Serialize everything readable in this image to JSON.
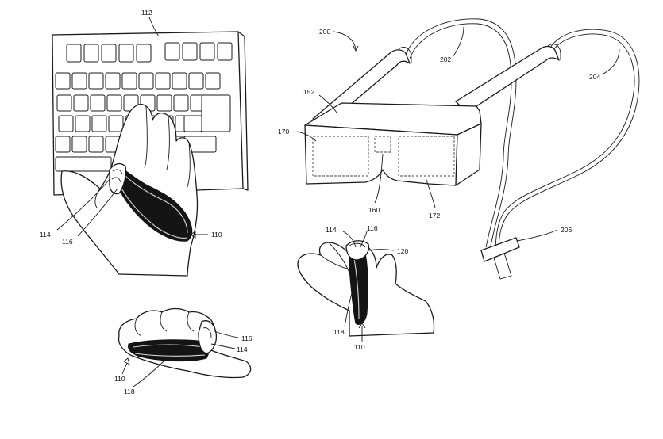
{
  "figure": {
    "labels": {
      "keyboard": "112",
      "hand_top_114": "114",
      "hand_top_116": "116",
      "hand_top_110": "110",
      "glasses": "200",
      "cable_a": "202",
      "cable_b": "204",
      "frame": "152",
      "lens_left": "170",
      "sensor": "160",
      "lens_right": "172",
      "cable_clip": "206",
      "hand_mid_114": "114",
      "hand_mid_116": "116",
      "hand_mid_120": "120",
      "hand_mid_118": "118",
      "hand_mid_110": "110",
      "hand_bot_116": "116",
      "hand_bot_114": "114",
      "hand_bot_110": "110",
      "hand_bot_118": "118"
    }
  }
}
